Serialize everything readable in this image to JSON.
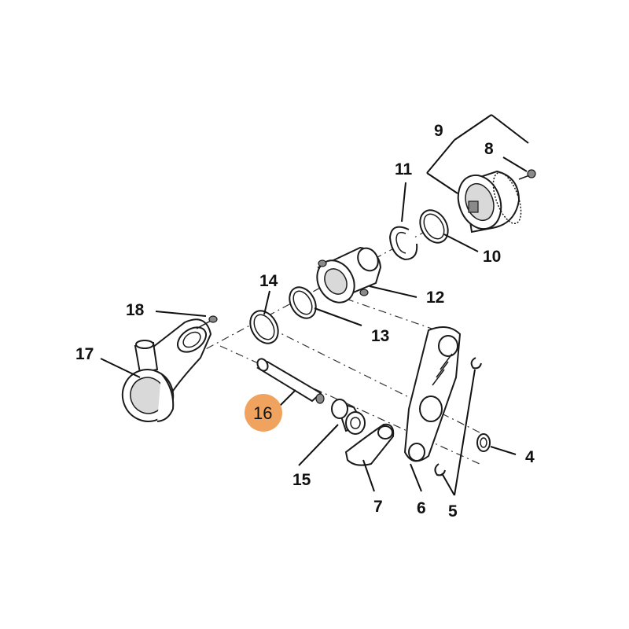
{
  "highlight_color": "#f0a35e",
  "callouts": {
    "n4": "4",
    "n5": "5",
    "n6": "6",
    "n7": "7",
    "n8": "8",
    "n9": "9",
    "n10": "10",
    "n11": "11",
    "n12": "12",
    "n13": "13",
    "n14": "14",
    "n15": "15",
    "n16": "16",
    "n17": "17",
    "n18": "18"
  }
}
